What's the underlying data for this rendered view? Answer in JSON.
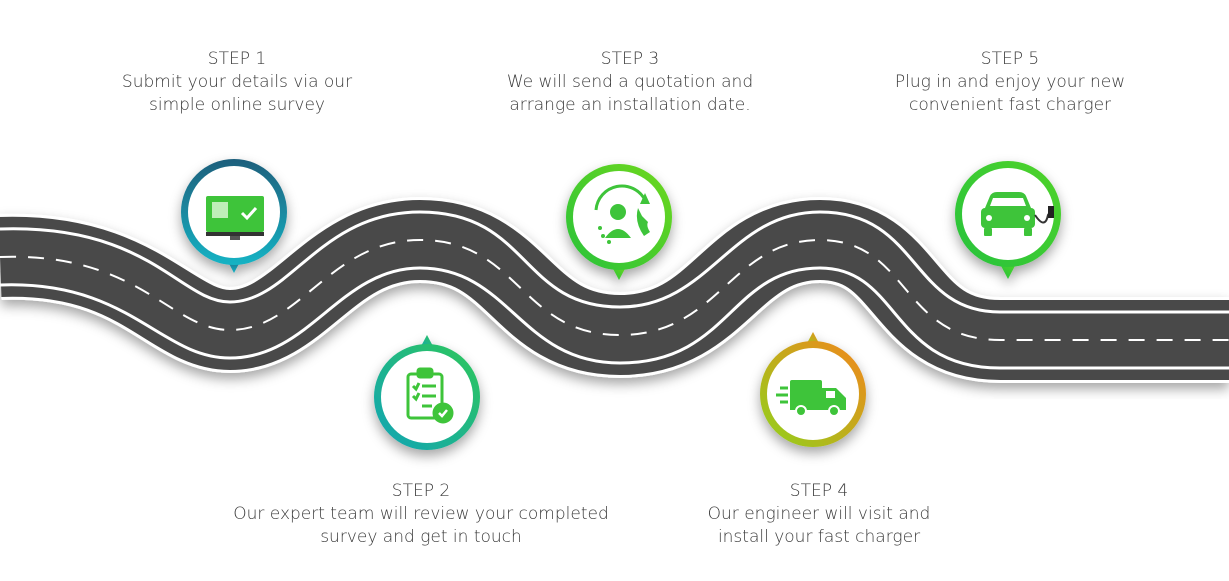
{
  "steps": [
    {
      "title": "STEP 1",
      "description": "Submit your details via our\nsimple online survey",
      "icon": "computer-check-icon",
      "colors": [
        "#1aa6b7",
        "#1e6e8a"
      ]
    },
    {
      "title": "STEP 2",
      "description": "Our expert team will review your completed\nsurvey and get in touch",
      "icon": "clipboard-checklist-icon",
      "colors": [
        "#22c070",
        "#10a8b0"
      ]
    },
    {
      "title": "STEP 3",
      "description": "We will send a quotation and\narrange an installation date.",
      "icon": "support-agent-phone-icon",
      "colors": [
        "#2ecc40",
        "#5ad51e"
      ]
    },
    {
      "title": "STEP 4",
      "description": "Our engineer will visit and\ninstall your fast charger",
      "icon": "delivery-van-icon",
      "colors": [
        "#f08a1e",
        "#8cd11e"
      ]
    },
    {
      "title": "STEP 5",
      "description": "Plug in and enjoy your new\nconvenient fast charger",
      "icon": "ev-car-charging-icon",
      "colors": [
        "#2ecc40",
        "#35d13a"
      ]
    }
  ],
  "colors": {
    "road": "#4a4a4a",
    "road_edge": "#ffffff",
    "accent": "#3ec43a"
  }
}
